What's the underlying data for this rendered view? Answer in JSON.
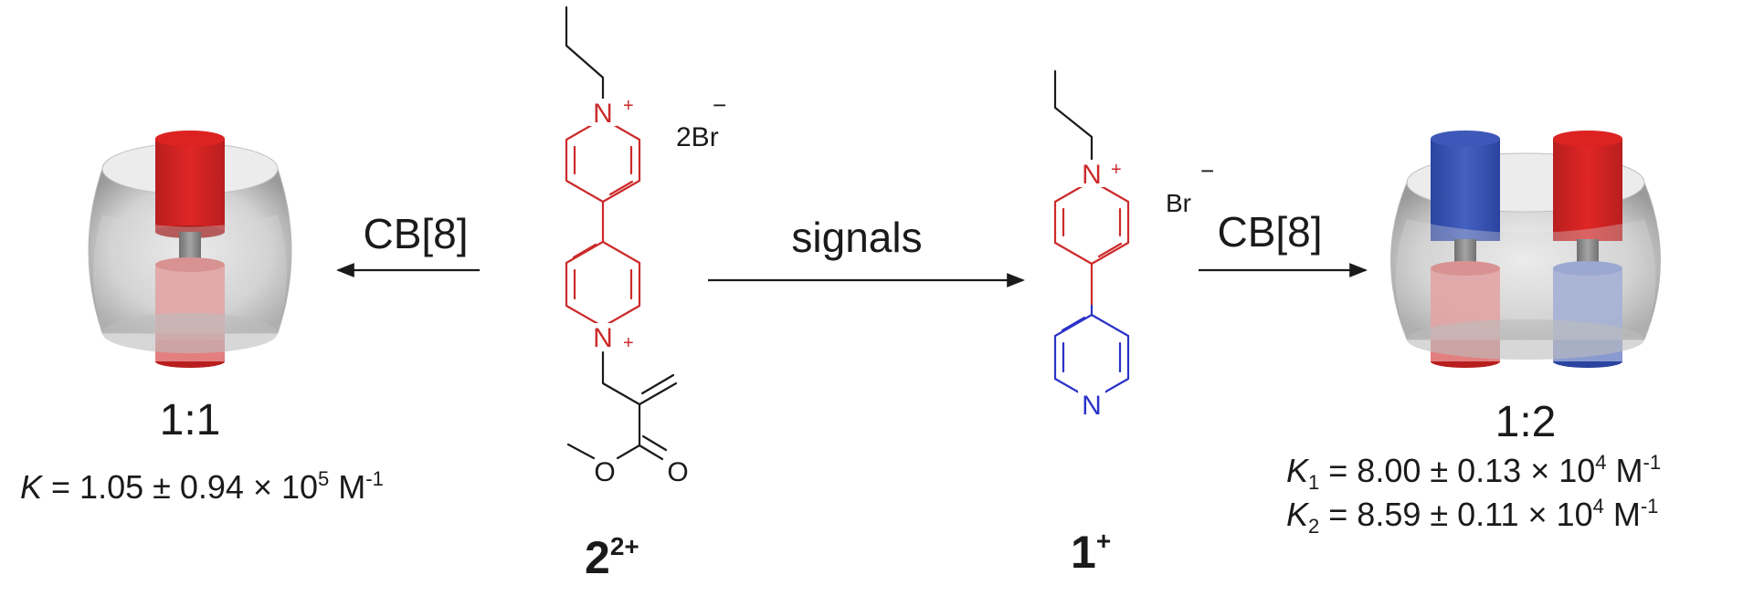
{
  "left_complex": {
    "reagent": "CB[8]",
    "ratio": "1:1",
    "k_symbol": "K",
    "k_value": " = 1.05 ± 0.94 × 10",
    "k_exp": "5",
    "k_unit": " M",
    "k_unit_exp": "-1"
  },
  "compound_2": {
    "n_label_top": "N",
    "n_label_bottom": "N",
    "charge": "+",
    "oxygen_ester": "O",
    "oxygen_carbonyl": "O",
    "counterion": "2Br",
    "counterion_charge": "−",
    "name": "2",
    "name_charge": "2+"
  },
  "arrow_center": {
    "label": "signals"
  },
  "compound_1": {
    "n_label_top": "N",
    "n_label_pyridine": "N",
    "charge": "+",
    "counterion": "Br",
    "counterion_charge": "−",
    "name": "1",
    "name_charge": "+"
  },
  "right_complex": {
    "reagent": "CB[8]",
    "ratio": "1:2",
    "k1_symbol": "K",
    "k1_sub": "1",
    "k1_value": " = 8.00 ± 0.13 × 10",
    "k1_exp": "4",
    "k1_unit": " M",
    "k1_unit_exp": "-1",
    "k2_symbol": "K",
    "k2_sub": "2",
    "k2_value": " = 8.59 ± 0.11 × 10",
    "k2_exp": "4",
    "k2_unit": " M",
    "k2_unit_exp": "-1"
  },
  "colors": {
    "viologen_red": "#cc2a2a",
    "pyridine_blue": "#2a32c8",
    "cavitand_gray": "#c8c8c8"
  }
}
